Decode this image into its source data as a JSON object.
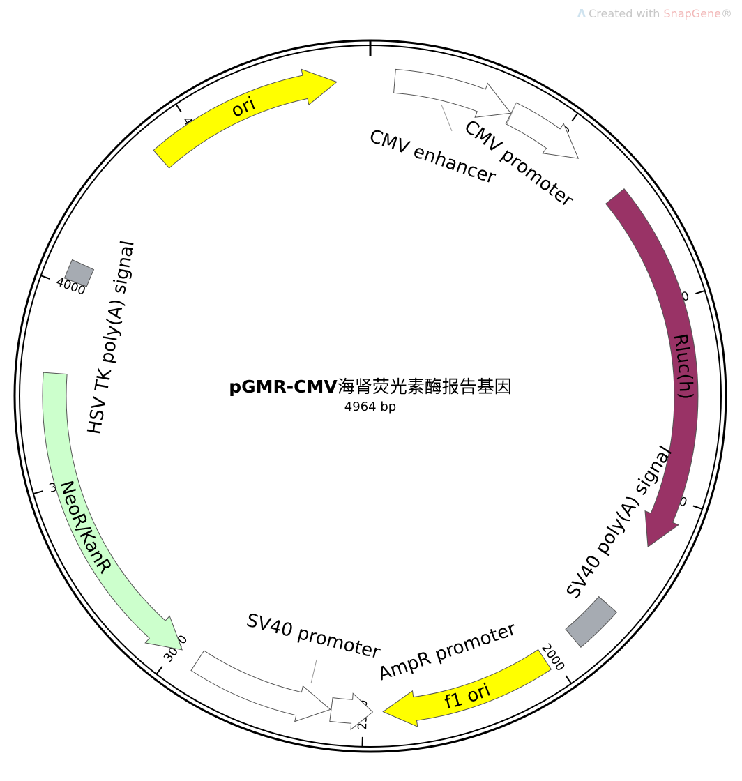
{
  "watermark": {
    "prefix": "Created with ",
    "brand": "SnapGene",
    "reg": "®",
    "logo_icon": "snapgene-logo-icon"
  },
  "plasmid": {
    "name": "pGMR-CMV",
    "name_suffix": "海肾荧光素酶报告基因",
    "length_label": "4964 bp",
    "total_bp": 4964
  },
  "ticks": [
    {
      "bp": 500,
      "label": "500"
    },
    {
      "bp": 1000,
      "label": "1000"
    },
    {
      "bp": 1500,
      "label": "1500"
    },
    {
      "bp": 2000,
      "label": "2000"
    },
    {
      "bp": 2500,
      "label": "2500"
    },
    {
      "bp": 3000,
      "label": "3000"
    },
    {
      "bp": 3500,
      "label": "3500"
    },
    {
      "bp": 4000,
      "label": "4000"
    },
    {
      "bp": 4500,
      "label": "4500"
    }
  ],
  "features": [
    {
      "id": "cmv-enhancer",
      "label": "CMV enhancer",
      "start": 61,
      "end": 364,
      "strand": 1,
      "color": "#ffffff"
    },
    {
      "id": "cmv-promoter",
      "label": "CMV promoter",
      "start": 365,
      "end": 568,
      "strand": 1,
      "color": "#ffffff"
    },
    {
      "id": "rluc",
      "label": "Rluc(h)",
      "start": 700,
      "end": 1634,
      "strand": 1,
      "color": "#993366",
      "label_inside": true,
      "label_color": "#ffffff"
    },
    {
      "id": "sv40-polya",
      "label": "SV40 poly(A) signal",
      "start": 1810,
      "end": 1931,
      "strand": 0,
      "color": "#a6abb2"
    },
    {
      "id": "f1-ori",
      "label": "f1 ori",
      "start": 2020,
      "end": 2450,
      "strand": 1,
      "color": "#ffff00",
      "label_inside": true
    },
    {
      "id": "ampr-promoter",
      "label": "AmpR promoter",
      "start": 2476,
      "end": 2580,
      "strand": -1,
      "color": "#ffffff"
    },
    {
      "id": "sv40-promoter",
      "label": "SV40 promoter",
      "start": 2582,
      "end": 2939,
      "strand": -1,
      "color": "#ffffff"
    },
    {
      "id": "neor-kanr",
      "label": "NeoR/KanR",
      "start": 2986,
      "end": 3780,
      "strand": -1,
      "color": "#ccffcc",
      "label_inside": true
    },
    {
      "id": "hsv-tk-polya",
      "label": "HSV TK poly(A) signal",
      "start": 4014,
      "end": 4062,
      "strand": 0,
      "color": "#a6abb2"
    },
    {
      "id": "ori",
      "label": "ori",
      "start": 4393,
      "end": 4880,
      "strand": 1,
      "color": "#ffff00",
      "label_inside": true
    }
  ]
}
